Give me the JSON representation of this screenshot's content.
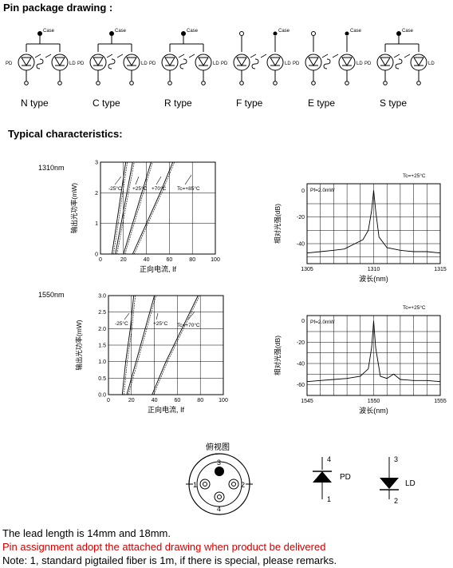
{
  "sections": {
    "pin_title": "Pin package drawing :",
    "typ_title": "Typical characteristics:"
  },
  "pin_types": [
    "N type",
    "C type",
    "R type",
    "F type",
    "E type",
    "S type"
  ],
  "pin_labels": {
    "case": "Case",
    "pd": "PD",
    "ld": "LD"
  },
  "chart_data": [
    {
      "type": "line",
      "title": "1310nm",
      "xlabel": "正向电流, If",
      "ylabel": "输出光功率(mW)",
      "xlim": [
        0,
        100
      ],
      "ylim": [
        0,
        3
      ],
      "xticks": [
        0,
        20,
        40,
        60,
        80,
        100
      ],
      "yticks": [
        0,
        1,
        2,
        3
      ],
      "grid": true,
      "annotations": [
        "-25°C",
        "+25°C",
        "+70°C",
        "Tc=+85°C"
      ],
      "series": [
        {
          "name": "-25°C",
          "x": [
            10,
            14,
            18,
            22
          ],
          "y": [
            0,
            1,
            2,
            3
          ]
        },
        {
          "name": "+25°C",
          "x": [
            13,
            18,
            23,
            28
          ],
          "y": [
            0,
            1,
            2,
            3
          ]
        },
        {
          "name": "+70°C",
          "x": [
            20,
            28,
            36,
            44
          ],
          "y": [
            0,
            1,
            2,
            3
          ]
        },
        {
          "name": "Tc=+85°C",
          "x": [
            28,
            40,
            52,
            63
          ],
          "y": [
            0,
            1,
            2,
            3
          ]
        }
      ]
    },
    {
      "type": "line",
      "title": "",
      "xlabel": "波长(nm)",
      "ylabel": "相对光强(dB)",
      "xlim": [
        1305,
        1315
      ],
      "ylim": [
        -55,
        5
      ],
      "xticks": [
        1305,
        1310,
        1315
      ],
      "yticks": [
        0,
        -20,
        -40
      ],
      "grid": true,
      "annotations": [
        "Pf=2.0mW",
        "Tc=+25°C"
      ],
      "series": [
        {
          "name": "",
          "x": [
            1305,
            1306,
            1307,
            1307.8,
            1308.6,
            1309.2,
            1309.6,
            1309.85,
            1310,
            1310.15,
            1310.4,
            1311,
            1312,
            1313,
            1314,
            1315
          ],
          "y": [
            -47,
            -46,
            -45,
            -44,
            -40,
            -37,
            -30,
            -15,
            0,
            -15,
            -35,
            -43,
            -45,
            -46,
            -46,
            -47
          ]
        }
      ]
    },
    {
      "type": "line",
      "title": "1550nm",
      "xlabel": "正向电流, If",
      "ylabel": "输出光功率(mW)",
      "xlim": [
        0,
        100
      ],
      "ylim": [
        0,
        3.0
      ],
      "xticks": [
        0,
        20,
        40,
        60,
        80,
        100
      ],
      "yticks": [
        0,
        0.5,
        1.0,
        1.5,
        2.0,
        2.5,
        3.0
      ],
      "grid": true,
      "annotations": [
        "-25°C",
        "+25°C",
        "Tc=+70°C"
      ],
      "series": [
        {
          "name": "-25°C",
          "x": [
            12,
            15,
            19,
            22
          ],
          "y": [
            0,
            1,
            2,
            3
          ]
        },
        {
          "name": "+25°C",
          "x": [
            16,
            24,
            32,
            40
          ],
          "y": [
            0,
            1,
            2,
            3
          ]
        },
        {
          "name": "Tc=+70°C",
          "x": [
            38,
            50,
            64,
            78
          ],
          "y": [
            0,
            1,
            2,
            3
          ]
        }
      ]
    },
    {
      "type": "line",
      "title": "",
      "xlabel": "波长(nm)",
      "ylabel": "相对光强(dB)",
      "xlim": [
        1545,
        1555
      ],
      "ylim": [
        -70,
        5
      ],
      "xticks": [
        1545,
        1550,
        1555
      ],
      "yticks": [
        0,
        -20,
        -40,
        -60
      ],
      "grid": true,
      "annotations": [
        "Pf=2.0mW",
        "Tc=+25°C"
      ],
      "series": [
        {
          "name": "",
          "x": [
            1545,
            1546,
            1547,
            1548,
            1549,
            1549.6,
            1549.85,
            1550,
            1550.15,
            1550.5,
            1551,
            1551.5,
            1552,
            1553,
            1554,
            1555
          ],
          "y": [
            -57,
            -56,
            -55,
            -54,
            -52,
            -45,
            -25,
            0,
            -25,
            -52,
            -54,
            -50,
            -55,
            -56,
            -56,
            -57
          ]
        }
      ]
    }
  ],
  "top_view": {
    "title": "俯视图",
    "pins": [
      "3",
      "1",
      "2",
      "4"
    ]
  },
  "symbols": {
    "pd": {
      "label": "PD",
      "top": "4",
      "bottom": "1"
    },
    "ld": {
      "label": "LD",
      "top": "3",
      "bottom": "2"
    }
  },
  "notes": {
    "line1": "The lead length is 14mm and 18mm.",
    "line2": "Pin assignment adopt the attached drawing when product be delivered",
    "line3": "Note: 1, standard pigtailed fiber is 1m, if there is special, please remarks.",
    "line2_color": "#d00000"
  }
}
